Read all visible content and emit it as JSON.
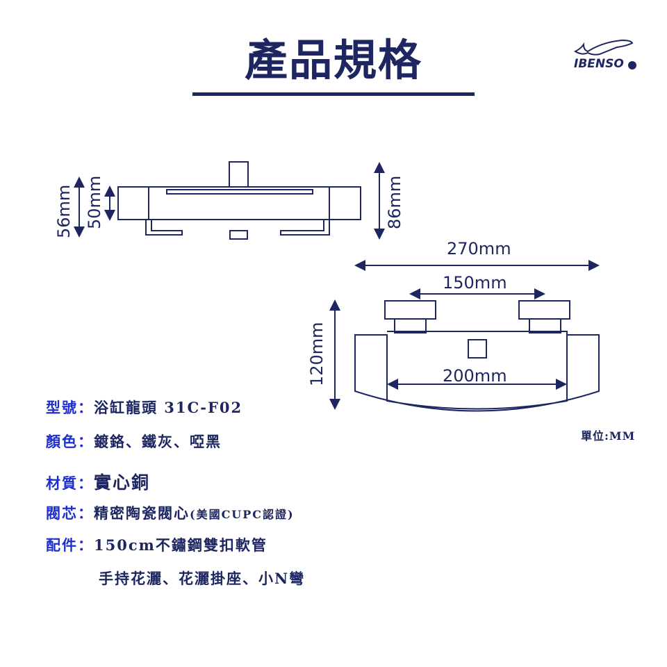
{
  "title": "產品規格",
  "logo": "IBENSO",
  "dims": {
    "d56": "56mm",
    "d50": "50mm",
    "d86": "86mm",
    "d270": "270mm",
    "d150": "150mm",
    "d120": "120mm",
    "d200": "200mm"
  },
  "unit": "單位:MM",
  "specs": [
    {
      "label": "型號：",
      "value": "浴缸龍頭 31C-F02"
    },
    {
      "label": "顏色：",
      "value": "鍍鉻、鐵灰、啞黑"
    },
    {
      "label": "材質：",
      "value": "實心銅"
    },
    {
      "label": "閥芯：",
      "value": "精密陶瓷閥心",
      "note": "(美國CUPC認證)"
    },
    {
      "label": "配件：",
      "value": "150cm不鏽鋼雙扣軟管",
      "value2": "手持花灑、花灑掛座、小N彎"
    }
  ],
  "colors": {
    "navy": "#1d2660",
    "label_blue": "#1f2fcf"
  }
}
